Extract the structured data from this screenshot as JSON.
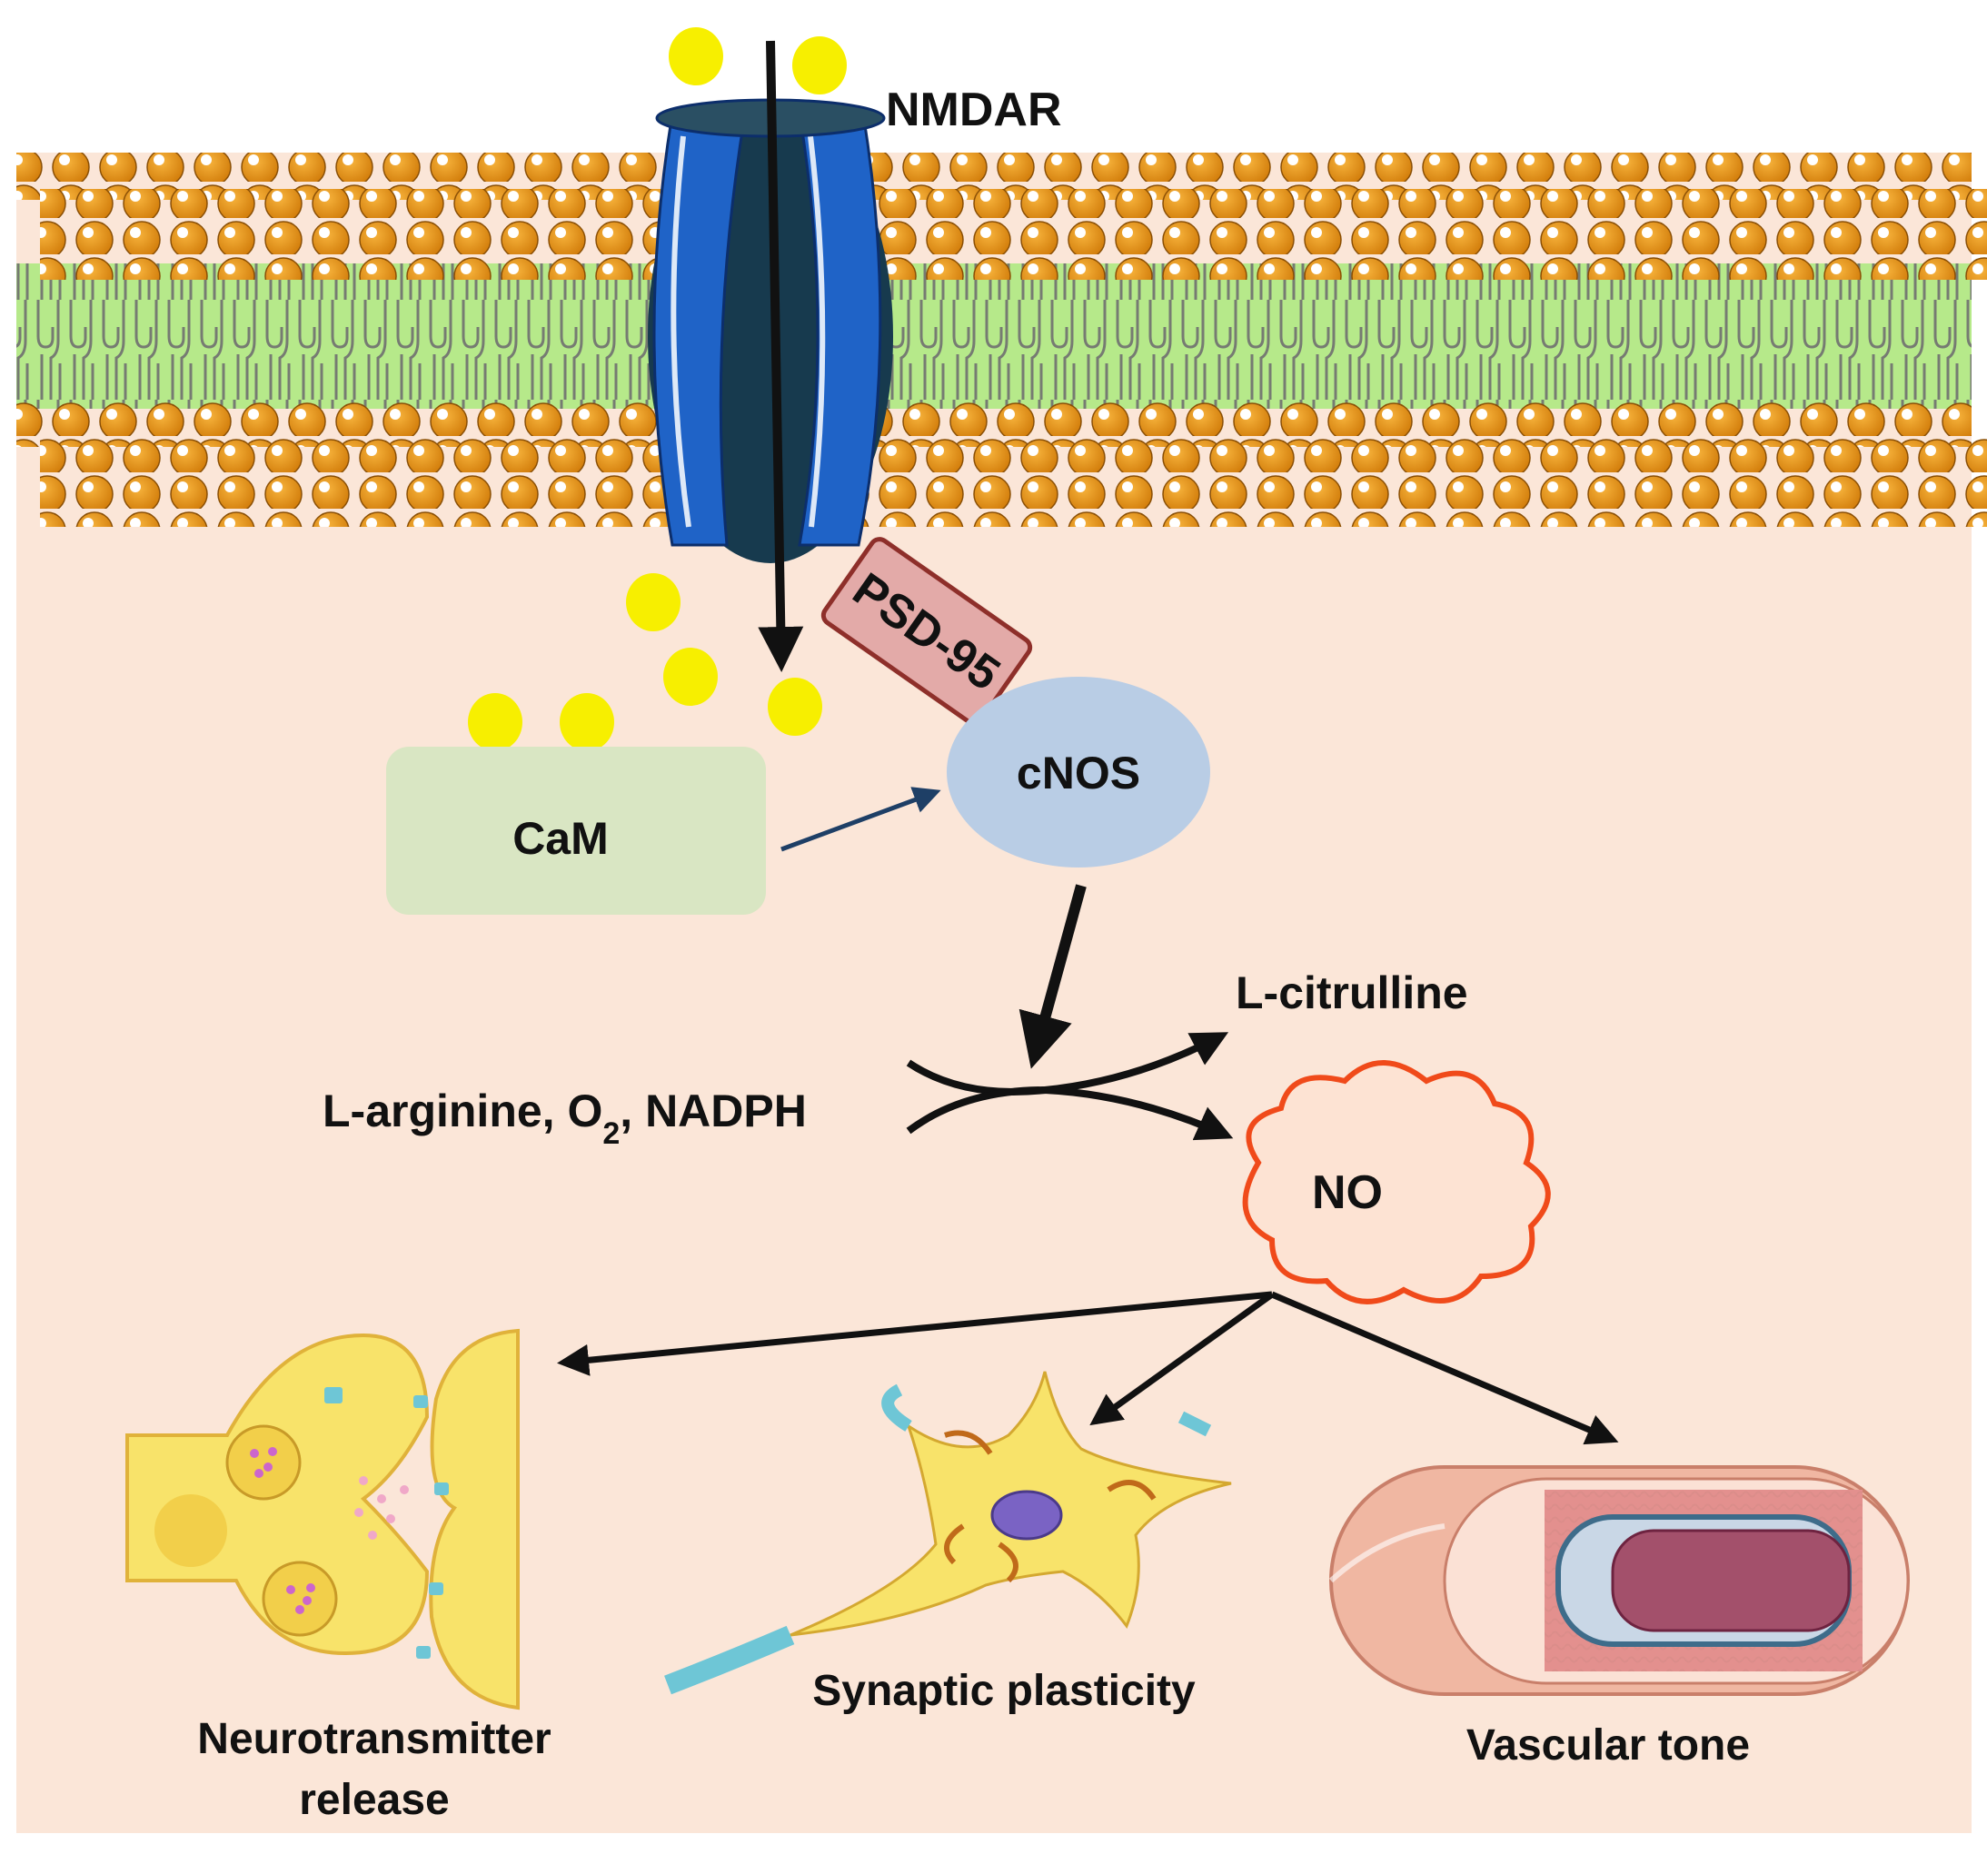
{
  "labels": {
    "receptor": "NMDAR",
    "scaffold": "PSD-95",
    "calmodulin": "CaM",
    "enzyme": "cNOS",
    "substrates_prefix": "L-arginine, O",
    "substrates_sub": "2",
    "substrates_suffix": ", NADPH",
    "byproduct": "L-citrulline",
    "product": "NO",
    "effect_1_line1": "Neurotransmitter",
    "effect_1_line2": "release",
    "effect_2": "Synaptic plasticity",
    "effect_3": "Vascular tone"
  },
  "colors": {
    "background": "#fbe6d8",
    "lipid_head": "#e8940f",
    "lipid_tail_zone": "#b6e98a",
    "receptor": "#1f63c7",
    "receptor_dark": "#173a4e",
    "calcium_ion": "#f7ef00",
    "cam_box": "#d9e6c3",
    "cnos_ellipse": "#b9cde5",
    "psd95_box": "#e3aaa8",
    "no_cloud_stroke": "#f04a1a",
    "neuron": "#f8e36a",
    "vessel": "#e8a79a"
  },
  "icons": [
    "calcium-ion-icon",
    "neuron-icon",
    "synapse-icon",
    "blood-vessel-icon",
    "cloud-icon"
  ]
}
